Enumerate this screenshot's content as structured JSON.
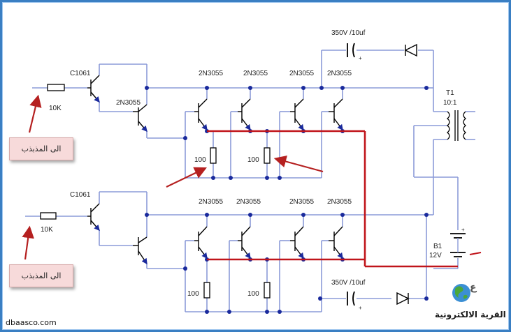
{
  "labels": {
    "c1061_top": "C1061",
    "c1061_bot": "C1061",
    "r10k_top": "10K",
    "r10k_bot": "10K",
    "driver_top": "2N3055",
    "row_top": [
      "2N3055",
      "2N3055",
      "2N3055",
      "2N3055"
    ],
    "row_bot": [
      "2N3055",
      "2N3055",
      "2N3055",
      "2N3055"
    ],
    "res_top_1": "100",
    "res_top_2": "100",
    "res_bot_1": "100",
    "res_bot_2": "100",
    "cap_top": "350V /10uf",
    "cap_bot": "350V /10uf",
    "plus": "+",
    "t1": "T1",
    "ratio": "10:1",
    "b1": "B1",
    "b1_voltage": "12V"
  },
  "callouts": {
    "top": "الى المذبذب",
    "bottom": "الى المذبذب"
  },
  "footer": {
    "site": "dbaasco.com",
    "logo_text": "القرية الالكترونية"
  },
  "colors": {
    "wire": "#8c9bd8",
    "node": "#1a2a9c",
    "component": "#000000",
    "highlight": "#c0141a",
    "arrow": "#b52020",
    "frame": "#3a7fc3"
  }
}
